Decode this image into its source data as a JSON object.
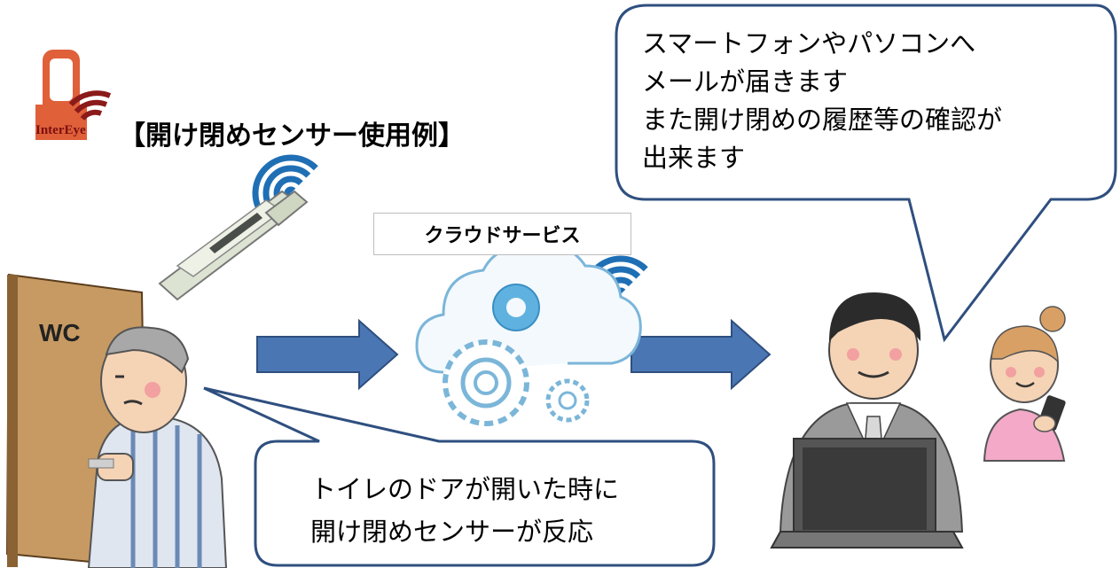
{
  "logo": {
    "text": "InterEye"
  },
  "title": "【開け閉めセンサー使用例】",
  "cloud": {
    "label": "クラウドサービス"
  },
  "door": {
    "sign": "WC"
  },
  "bubble_bottom": {
    "lines": [
      "トイレのドアが開いた時に",
      "開け閉めセンサーが反応"
    ]
  },
  "bubble_top": {
    "lines": [
      "スマートフォンやパソコンへ",
      "メールが届きます",
      "また開け閉めの履歴等の確認が",
      "出来ます"
    ]
  },
  "colors": {
    "arrow": "#4a77b4",
    "bubble_border": "#2f4f7f",
    "logo": "#e0603a",
    "wifi": "#1f6fb5",
    "door": "#c79a63"
  }
}
